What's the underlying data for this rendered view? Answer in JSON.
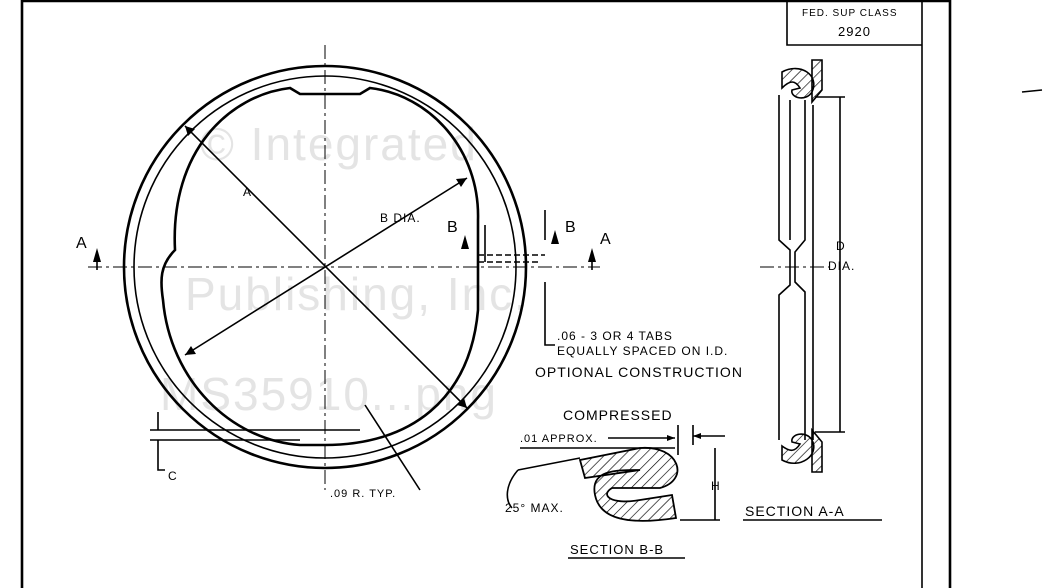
{
  "title_block": {
    "label": "FED. SUP CLASS",
    "value": "2920"
  },
  "labels": {
    "dim_a": "A",
    "dim_b": "B DIA.",
    "dim_c": "C",
    "dim_d": "D",
    "dim_d_dia": "DIA.",
    "dim_h": "H",
    "section_a_left": "A",
    "section_a_right": "A",
    "section_b_left": "B",
    "section_b_right": "B",
    "tabs_note_1": ".06 - 3 OR 4 TABS",
    "tabs_note_2": "EQUALLY  SPACED ON I.D.",
    "optional": "OPTIONAL  CONSTRUCTION",
    "radius_note": ".09 R. TYP.",
    "compressed": "COMPRESSED",
    "approx": ".01 APPROX.",
    "angle": "25° MAX.",
    "section_bb": "SECTION  B-B",
    "section_aa": "SECTION  A-A"
  },
  "watermark": [
    "© Integrated",
    "Publishing, Inc.",
    "MS35910...png"
  ]
}
